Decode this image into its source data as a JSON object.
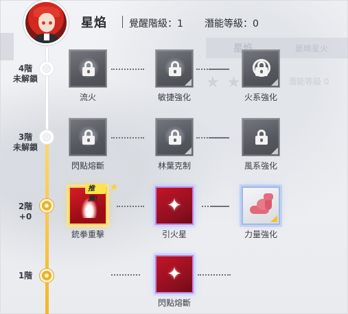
{
  "header": {
    "character_name": "星焰",
    "awaken_label": "覺醒階級：",
    "awaken_value": "1",
    "potential_label": "潛能等級：",
    "potential_value": "0"
  },
  "background_ghost": {
    "tab_left": "星焰",
    "tab_right": "赢曉星火",
    "level": "潛能等級 0"
  },
  "tiers": [
    {
      "name": "4階",
      "status": "未解鎖"
    },
    {
      "name": "3階",
      "status": "未解鎖"
    },
    {
      "name": "2階",
      "status": "+0"
    },
    {
      "name": "1階",
      "status": ""
    }
  ],
  "skills": {
    "t4_1": "流火",
    "t4_2": "敏捷強化",
    "t4_3": "火系強化",
    "t3_1": "閃點熔斷",
    "t3_2": "林葉克制",
    "t3_3": "風系強化",
    "t2_1": "銃拳重擊",
    "t2_2": "引火星",
    "t2_3": "力量強化",
    "t1_1": "閃點熔斷"
  },
  "recommended_badge": "推薦!",
  "colors": {
    "gold_track": "#f5b52a",
    "locked_tile": "#5f6268",
    "active_red": "#b8141f",
    "recommended_border": "#f5d15a",
    "active_border": "#c77ee0"
  }
}
